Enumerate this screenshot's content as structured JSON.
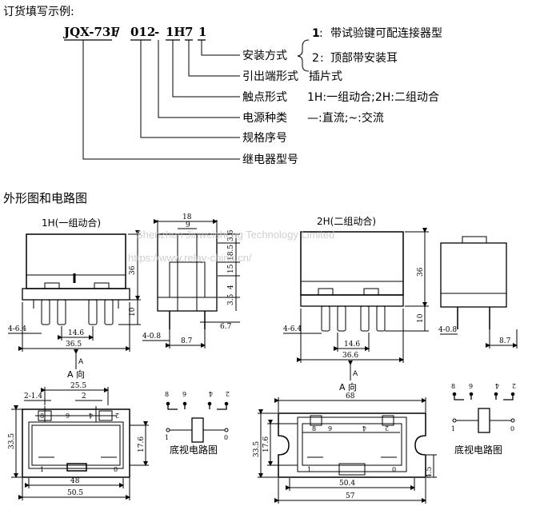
{
  "order_example": {
    "heading": "订货填写示例:",
    "code": {
      "model": "JQX-73F",
      "sep1": "/",
      "spec": "012",
      "dash": "-",
      "contact": "1H",
      "terminal": "7",
      "mount": "1"
    },
    "rows": [
      {
        "label": "安装方式",
        "value": ""
      },
      {
        "label": "引出端形式",
        "value": "插片式"
      },
      {
        "label": "触点形式",
        "value": "1H:一组动合;2H:二组动合"
      },
      {
        "label": "电源种类",
        "value": "—:直流;~:交流"
      },
      {
        "label": "规格序号",
        "value": ""
      },
      {
        "label": "继电器型号",
        "value": ""
      }
    ],
    "mount_options": [
      {
        "key": "1",
        "text": "带试验键可配连接器型"
      },
      {
        "key": "2",
        "text": "顶部带安装耳"
      }
    ]
  },
  "outline_heading": "外形图和电路图",
  "watermark": {
    "line1": "Shenzhen Jinweisheng Technology Limited",
    "line2": "https://www.relay-china.cn/"
  },
  "views": {
    "front_1h": {
      "title": "1H(一组动合)",
      "dim_height": "36",
      "dim_pin_len": "10",
      "dim_pin_w": "4-6.4",
      "dim_pitch": "14.6",
      "dim_width": "36.5"
    },
    "side_1h": {
      "dim_top": "18",
      "dim_inner": "9",
      "dim_v1": "3.6",
      "dim_v2": "18.5",
      "dim_v3": "15",
      "dim_v4": "4",
      "dim_v5": "3.5",
      "dim_pin": "4-0.8",
      "dim_off": "6.7",
      "dim_pitch": "8.7"
    },
    "front_2h": {
      "title": "2H(二组动合)",
      "dim_height": "36",
      "dim_pin_len": "10",
      "dim_pin_w": "4-6.4",
      "dim_pitch": "14.6",
      "dim_width": "36.6"
    },
    "side_2h": {
      "dim_pin": "4-0.8",
      "dim_pitch": "8.7"
    },
    "bottom_1h": {
      "arrow_label": "A",
      "view_label": "A 向",
      "dim_top": "25.5",
      "dim_tl": "2-1.4",
      "dim_t2": "2",
      "dim_height": "33.5",
      "dim_inner_h": "17.6",
      "dim_w1": "48",
      "dim_w2": "50.5",
      "pins": [
        "8",
        "9",
        "4",
        "2",
        "1",
        "0"
      ]
    },
    "bottom_2h": {
      "arrow_label": "A",
      "view_label": "A 向",
      "dim_top": "68",
      "dim_height": "33.5",
      "dim_inner_h": "17.6",
      "dim_ear": "4.5",
      "dim_w1": "50.4",
      "dim_w2": "57",
      "pins": [
        "8",
        "9",
        "4",
        "2",
        "1",
        "0"
      ]
    },
    "circuit_1h": {
      "caption": "底视电路图",
      "pins": [
        "8",
        "9",
        "4",
        "2",
        "1",
        "0"
      ]
    },
    "circuit_2h": {
      "caption": "底视电路图",
      "pins": [
        "8",
        "9",
        "4",
        "2",
        "1",
        "0"
      ]
    }
  }
}
